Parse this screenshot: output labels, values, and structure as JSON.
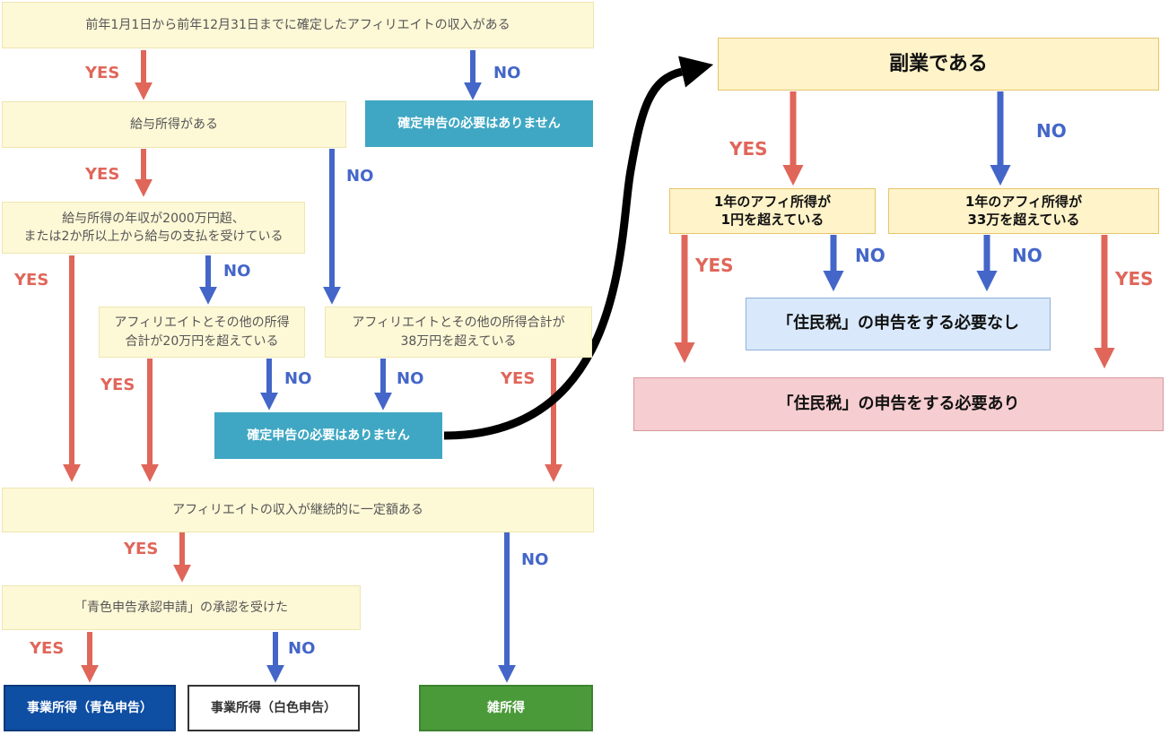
{
  "labels": {
    "yes": "YES",
    "no": "NO"
  },
  "left": {
    "q1": "前年1月1日から前年12月31日までに確定したアフィリエイトの収入がある",
    "no_filing_top": "確定申告の必要はありません",
    "q2": "給与所得がある",
    "q3_line1": "給与所得の年収が2000万円超、",
    "q3_line2": "または2か所以上から給与の支払を受けている",
    "q4_line1": "アフィリエイトとその他の所得",
    "q4_line2": "合計が20万円を超えている",
    "q5_line1": "アフィリエイトとその他の所得合計が",
    "q5_line2": "38万円を超えている",
    "no_filing_mid": "確定申告の必要はありません",
    "q6": "アフィリエイトの収入が継続的に一定額ある",
    "q7": "「青色申告承認申請」の承認を受けた",
    "result_blue": "事業所得（青色申告）",
    "result_white": "事業所得（白色申告）",
    "result_misc": "雑所得"
  },
  "right": {
    "side_job": "副業である",
    "r1_line1": "1年のアフィ所得が",
    "r1_line2": "1円を超えている",
    "r2_line1": "1年のアフィ所得が",
    "r2_line2": "33万を超えている",
    "not_needed": "「住民税」の申告をする必要なし",
    "needed": "「住民税」の申告をする必要あり"
  },
  "colors": {
    "yes_arrow": "#e0665a",
    "no_arrow": "#4466c8",
    "teal_box": "#3fa7c3",
    "cream_box": "#fdf8d6",
    "blue_result": "#0e4ea3",
    "green_result": "#4b9a3a",
    "pink_box": "#f6cdd0",
    "lightblue_box": "#d9e9fb"
  }
}
